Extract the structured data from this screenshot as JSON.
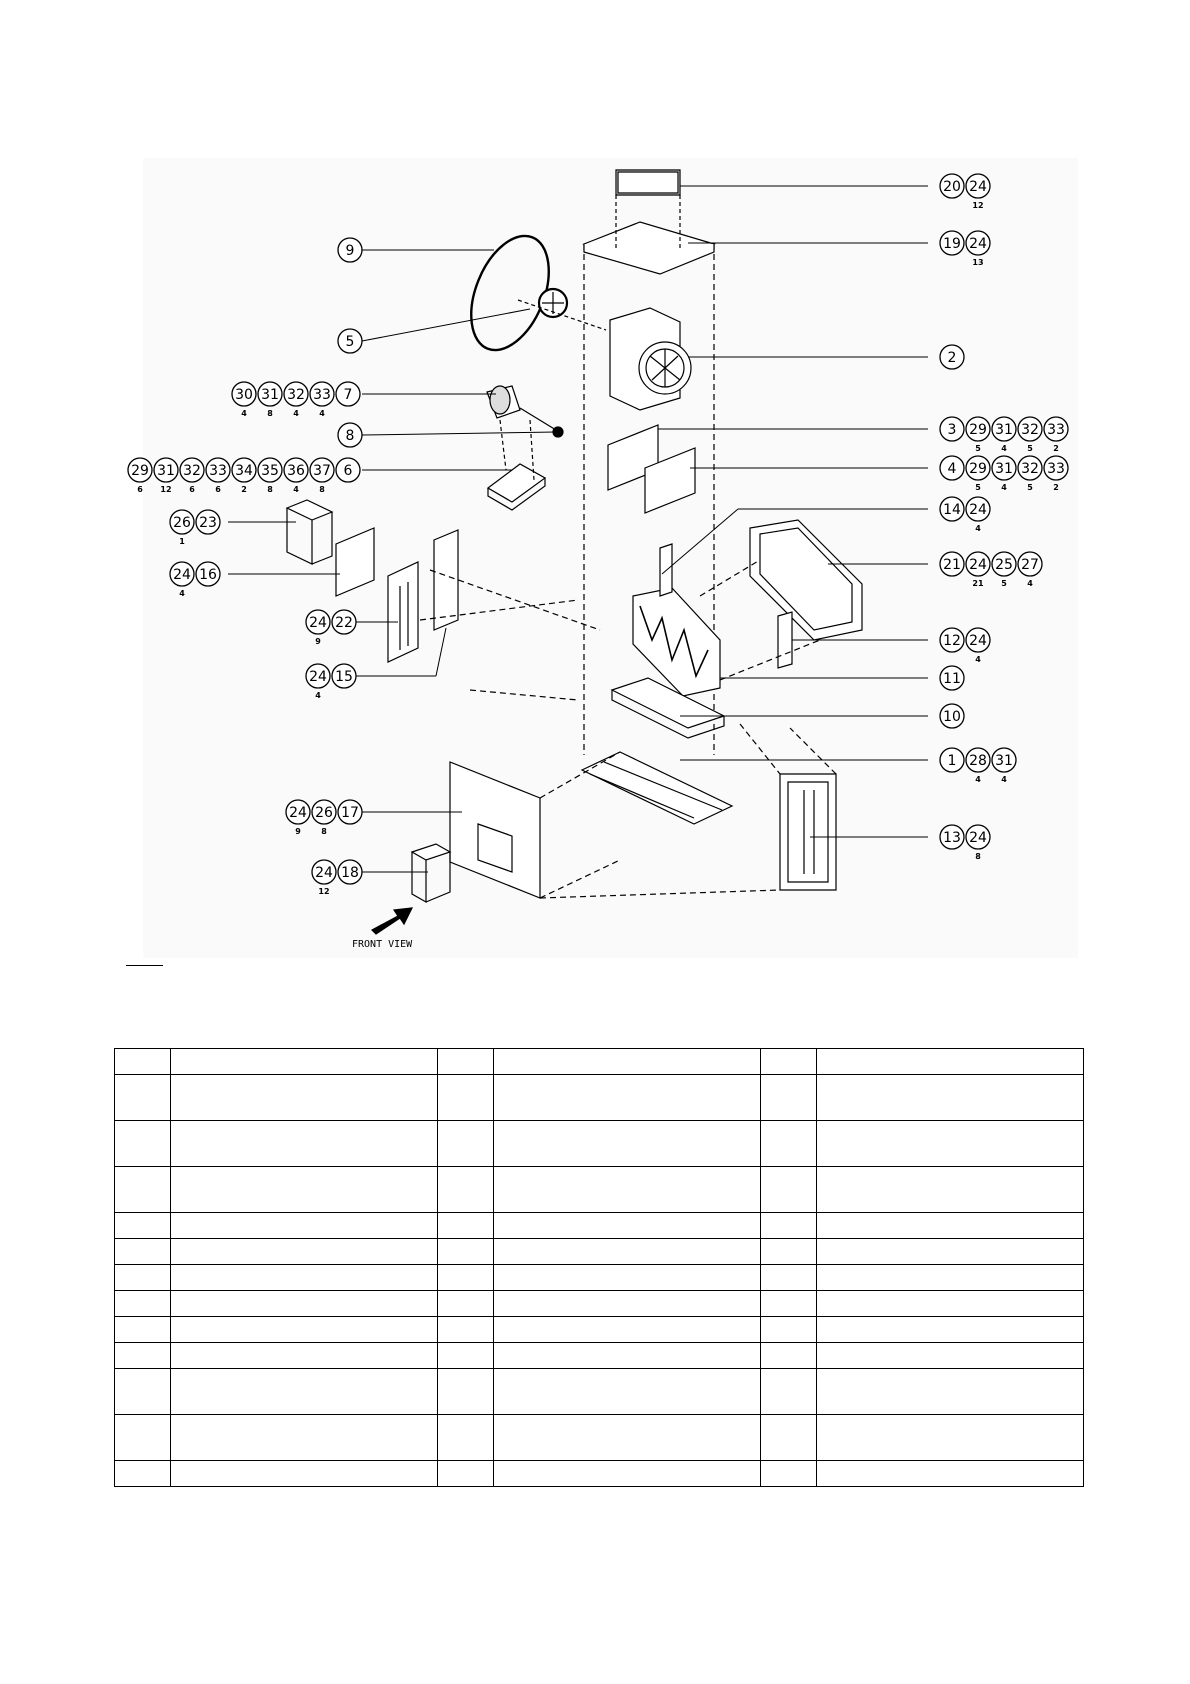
{
  "drawing": {
    "front_view_label": "FRONT VIEW",
    "callouts": [
      {
        "id": "c-20-24",
        "numbers": [
          "20",
          "24"
        ],
        "qty": [
          "",
          "12"
        ]
      },
      {
        "id": "c-19-24",
        "numbers": [
          "19",
          "24"
        ],
        "qty": [
          "",
          "13"
        ]
      },
      {
        "id": "c-9",
        "numbers": [
          "9"
        ],
        "qty": [
          ""
        ]
      },
      {
        "id": "c-5",
        "numbers": [
          "5"
        ],
        "qty": [
          ""
        ]
      },
      {
        "id": "c-2",
        "numbers": [
          "2"
        ],
        "qty": [
          ""
        ]
      },
      {
        "id": "c-30-31-32-33-7",
        "numbers": [
          "30",
          "31",
          "32",
          "33",
          "7"
        ],
        "qty": [
          "4",
          "8",
          "4",
          "4",
          ""
        ]
      },
      {
        "id": "c-8",
        "numbers": [
          "8"
        ],
        "qty": [
          ""
        ]
      },
      {
        "id": "c-3",
        "numbers": [
          "3",
          "29",
          "31",
          "32",
          "33"
        ],
        "qty": [
          "",
          "5",
          "4",
          "5",
          "2"
        ]
      },
      {
        "id": "c-29-6",
        "numbers": [
          "29",
          "31",
          "32",
          "33",
          "34",
          "35",
          "36",
          "37",
          "6"
        ],
        "qty": [
          "6",
          "12",
          "6",
          "6",
          "2",
          "8",
          "4",
          "8",
          ""
        ]
      },
      {
        "id": "c-4",
        "numbers": [
          "4",
          "29",
          "31",
          "32",
          "33"
        ],
        "qty": [
          "",
          "5",
          "4",
          "5",
          "2"
        ]
      },
      {
        "id": "c-26-23",
        "numbers": [
          "26",
          "23"
        ],
        "qty": [
          "1",
          ""
        ]
      },
      {
        "id": "c-14-24",
        "numbers": [
          "14",
          "24"
        ],
        "qty": [
          "",
          "4"
        ]
      },
      {
        "id": "c-24-16",
        "numbers": [
          "24",
          "16"
        ],
        "qty": [
          "4",
          ""
        ]
      },
      {
        "id": "c-21",
        "numbers": [
          "21",
          "24",
          "25",
          "27"
        ],
        "qty": [
          "",
          "21",
          "5",
          "4"
        ]
      },
      {
        "id": "c-24-22",
        "numbers": [
          "24",
          "22"
        ],
        "qty": [
          "9",
          ""
        ]
      },
      {
        "id": "c-12-24",
        "numbers": [
          "12",
          "24"
        ],
        "qty": [
          "",
          "4"
        ]
      },
      {
        "id": "c-24-15",
        "numbers": [
          "24",
          "15"
        ],
        "qty": [
          "4",
          ""
        ]
      },
      {
        "id": "c-11",
        "numbers": [
          "11"
        ],
        "qty": [
          ""
        ]
      },
      {
        "id": "c-10",
        "numbers": [
          "10"
        ],
        "qty": [
          ""
        ]
      },
      {
        "id": "c-1",
        "numbers": [
          "1",
          "28",
          "31"
        ],
        "qty": [
          "",
          "4",
          "4"
        ]
      },
      {
        "id": "c-24-26-17",
        "numbers": [
          "24",
          "26",
          "17"
        ],
        "qty": [
          "9",
          "8",
          ""
        ]
      },
      {
        "id": "c-13-24",
        "numbers": [
          "13",
          "24"
        ],
        "qty": [
          "",
          "8"
        ]
      },
      {
        "id": "c-24-18",
        "numbers": [
          "24",
          "18"
        ],
        "qty": [
          "12",
          ""
        ]
      }
    ]
  },
  "parts_table": {
    "rows": [
      [
        "",
        "",
        "",
        "",
        "",
        ""
      ],
      [
        "",
        "",
        "",
        "",
        "",
        ""
      ],
      [
        "",
        "",
        "",
        "",
        "",
        ""
      ],
      [
        "",
        "",
        "",
        "",
        "",
        ""
      ],
      [
        "",
        "",
        "",
        "",
        "",
        ""
      ],
      [
        "",
        "",
        "",
        "",
        "",
        ""
      ],
      [
        "",
        "",
        "",
        "",
        "",
        ""
      ],
      [
        "",
        "",
        "",
        "",
        "",
        ""
      ],
      [
        "",
        "",
        "",
        "",
        "",
        ""
      ],
      [
        "",
        "",
        "",
        "",
        "",
        ""
      ],
      [
        "",
        "",
        "",
        "",
        "",
        ""
      ],
      [
        "",
        "",
        "",
        "",
        "",
        ""
      ],
      [
        "",
        "",
        "",
        "",
        "",
        ""
      ],
      [
        "",
        "",
        "",
        "",
        "",
        ""
      ],
      [
        "",
        "",
        "",
        "",
        "",
        ""
      ],
      [
        "",
        "",
        "",
        "",
        "",
        ""
      ],
      [
        "",
        "",
        "",
        "",
        "",
        ""
      ],
      [
        "",
        "",
        "",
        "",
        "",
        ""
      ],
      [
        "",
        "",
        "",
        "",
        "",
        ""
      ],
      [
        "",
        "",
        "",
        "",
        "",
        ""
      ]
    ]
  }
}
